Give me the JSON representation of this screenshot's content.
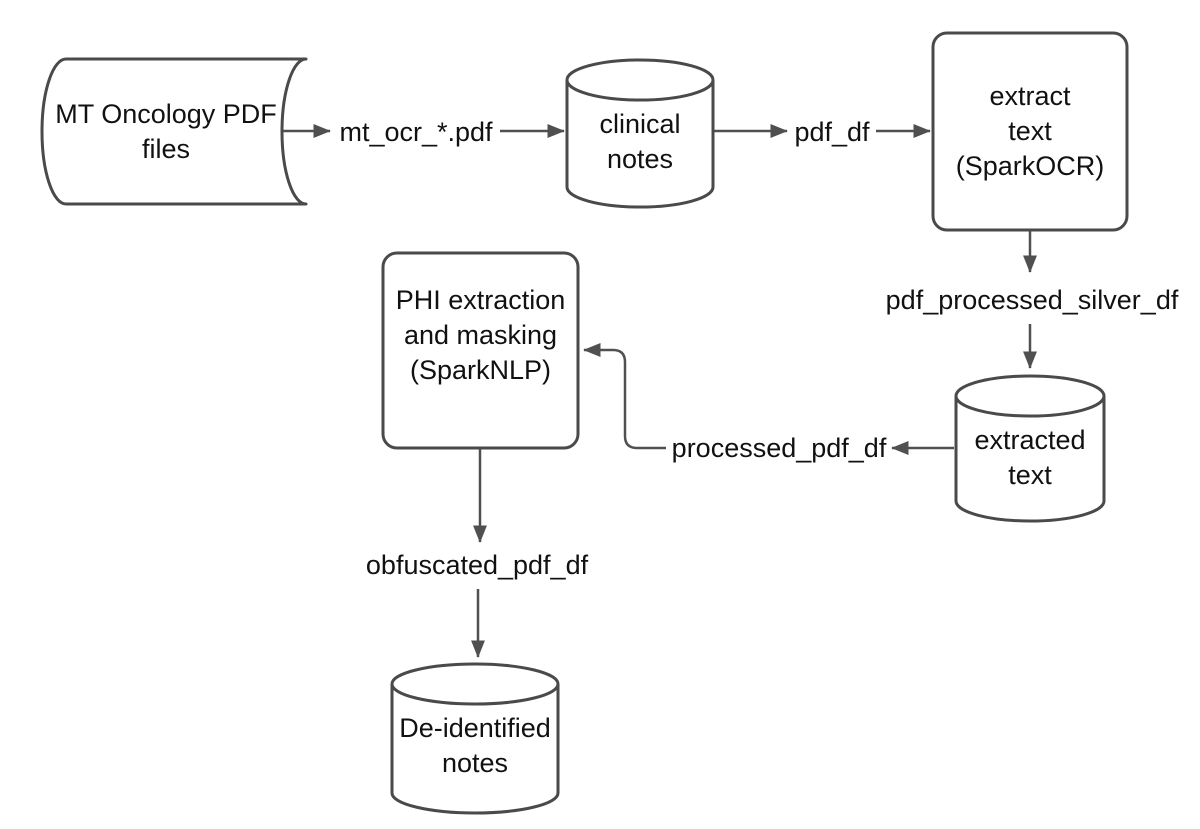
{
  "diagram_title": "PDF de-identification pipeline flowchart",
  "colors": {
    "background": "#ffffff",
    "shape_stroke": "#4a4a4a",
    "connector_stroke": "#505050",
    "text": "#111111"
  },
  "nodes": [
    {
      "id": "mt-oncology-pdf-files",
      "shape": "stored-data",
      "lines": [
        "MT Oncology PDF",
        "files"
      ]
    },
    {
      "id": "clinical-notes",
      "shape": "cylinder",
      "lines": [
        "clinical",
        "notes"
      ]
    },
    {
      "id": "extract-text-sparkocr",
      "shape": "process",
      "lines": [
        "extract",
        "text",
        "(SparkOCR)"
      ]
    },
    {
      "id": "phi-extraction-sparknlp",
      "shape": "process",
      "lines": [
        "PHI extraction",
        "and masking",
        "(SparkNLP)"
      ]
    },
    {
      "id": "extracted-text",
      "shape": "cylinder",
      "lines": [
        "extracted",
        "text"
      ]
    },
    {
      "id": "de-identified-notes",
      "shape": "cylinder",
      "lines": [
        "De-identified",
        "notes"
      ]
    }
  ],
  "edge_labels": [
    {
      "id": "mt-ocr-pdf",
      "text": "mt_ocr_*.pdf"
    },
    {
      "id": "pdf-df",
      "text": "pdf_df"
    },
    {
      "id": "pdf-processed-silver-df",
      "text": "pdf_processed_silver_df"
    },
    {
      "id": "processed-pdf-df",
      "text": "processed_pdf_df"
    },
    {
      "id": "obfuscated-pdf-df",
      "text": "obfuscated_pdf_df"
    }
  ]
}
